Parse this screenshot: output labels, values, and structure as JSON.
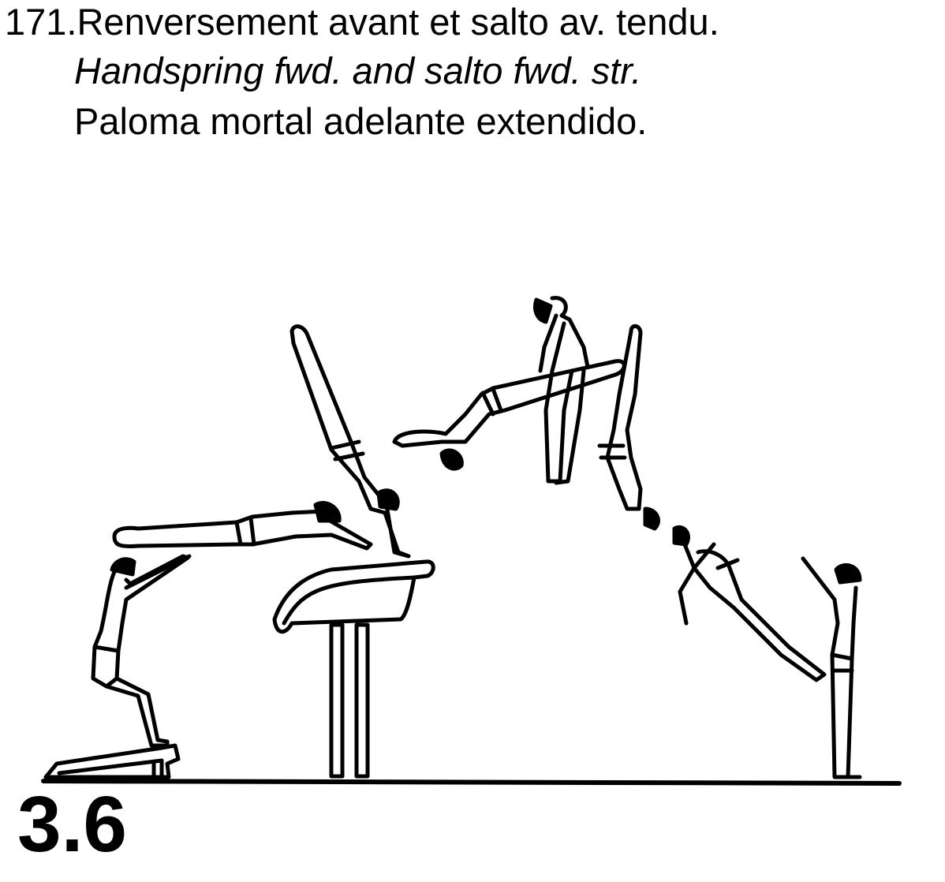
{
  "element": {
    "number": "171.",
    "name_fr": "Renversement avant et salto av. tendu.",
    "name_en": "Handspring fwd. and salto fwd. str.",
    "name_es": "Paloma mortal adelante extendido."
  },
  "difficulty_value": "3.6"
}
